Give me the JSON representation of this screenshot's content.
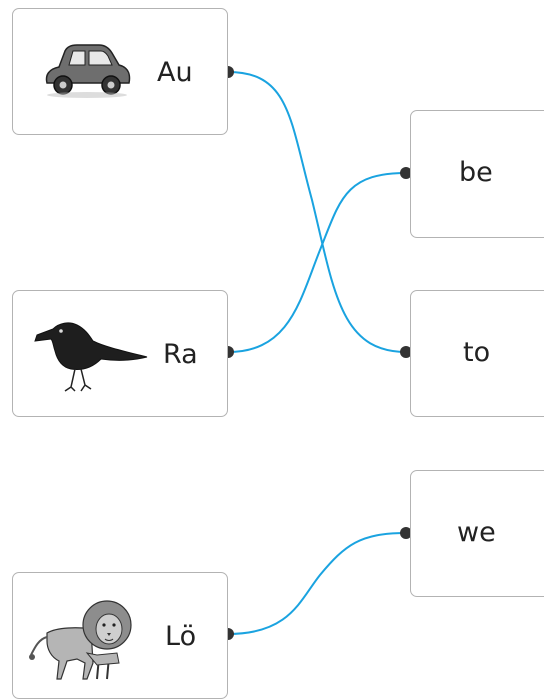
{
  "exercise": {
    "left_items": [
      {
        "id": "auto",
        "syllable": "Au",
        "picture": "car-icon"
      },
      {
        "id": "rabe",
        "syllable": "Ra",
        "picture": "raven-icon"
      },
      {
        "id": "loewe",
        "syllable": "Lö",
        "picture": "lion-icon"
      }
    ],
    "right_items": [
      {
        "id": "be",
        "syllable": "be"
      },
      {
        "id": "to",
        "syllable": "to"
      },
      {
        "id": "we",
        "syllable": "we"
      }
    ],
    "connections": [
      {
        "from": "Au",
        "to": "to"
      },
      {
        "from": "Ra",
        "to": "be"
      },
      {
        "from": "Lö",
        "to": "we"
      }
    ],
    "line_color": "#1aa3e0",
    "dot_color": "#333333"
  }
}
